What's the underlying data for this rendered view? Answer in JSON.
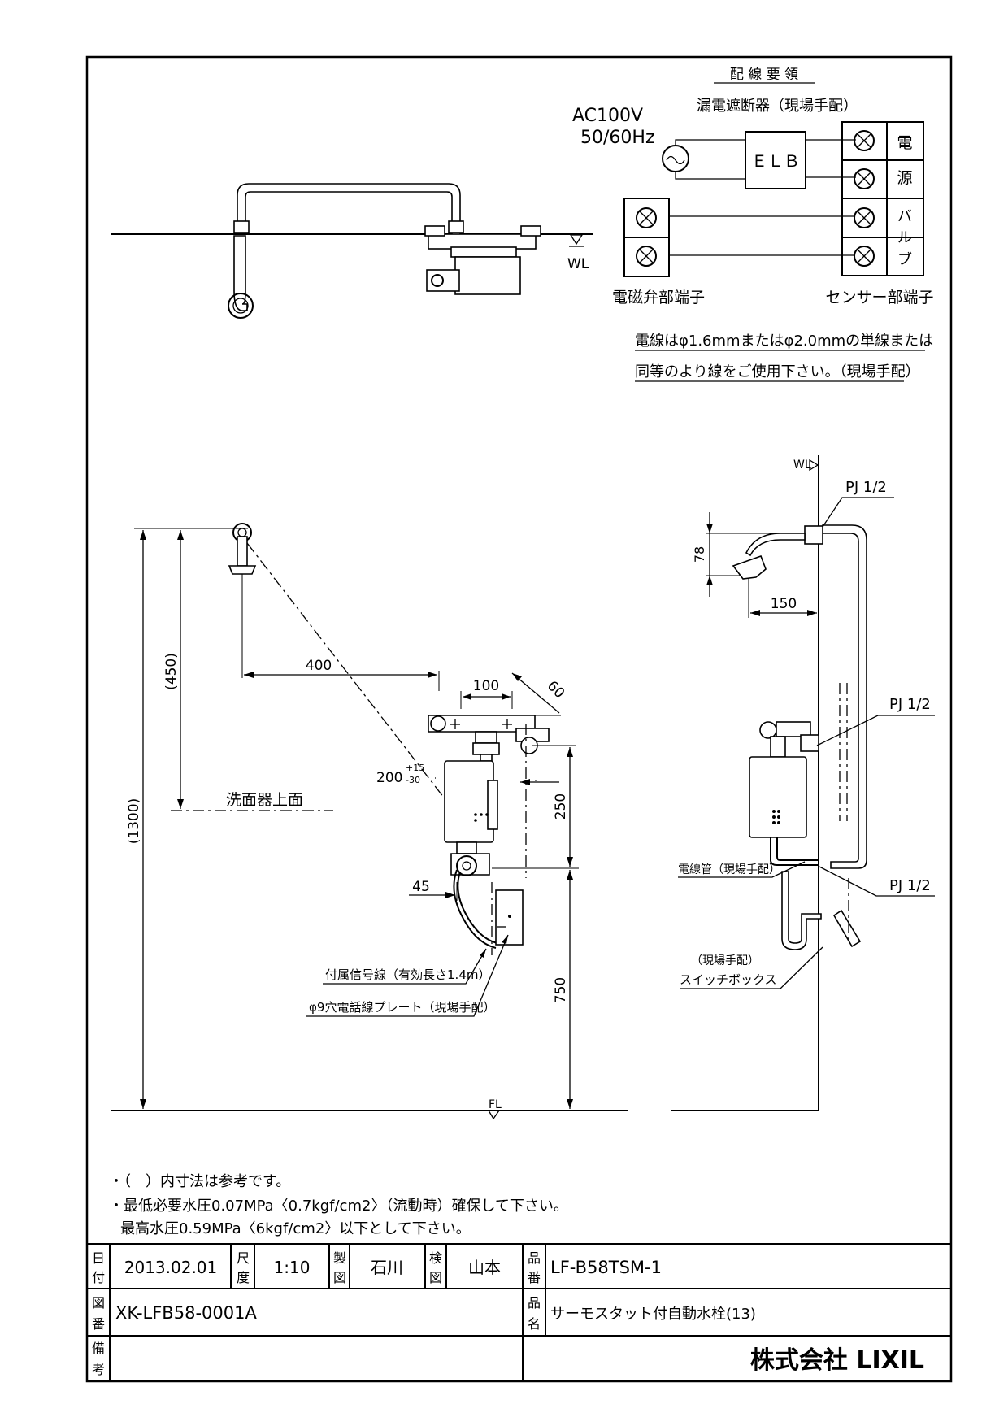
{
  "wiring": {
    "title": "配 線 要 領",
    "breaker_note": "漏電遮断器（現場手配）",
    "power_voltage": "AC100V",
    "power_freq": "50/60Hz",
    "elb_label": "ＥＬＢ",
    "power_side_label": [
      "電",
      "源"
    ],
    "valve_side_label": [
      "バ",
      "ル",
      "ブ"
    ],
    "solenoid_terminal_label": "電磁弁部端子",
    "sensor_terminal_label": "センサー部端子",
    "wire_note_line1": "電線はφ1.6mmまたはφ2.0mmの単線または",
    "wire_note_line2": "同等のより線をご使用下さい。（現場手配）"
  },
  "top_view": {
    "wl_label": "WL"
  },
  "front_view": {
    "dim_400": "400",
    "dim_100": "100",
    "dim_60": "60",
    "dim_200": "200",
    "tol_plus": "+15",
    "tol_minus": "-30",
    "dim_450": "(450)",
    "dim_1300": "(1300)",
    "dim_250": "250",
    "dim_750": "750",
    "dim_45": "45",
    "basin_label": "洗面器上面",
    "signal_wire_note": "付属信号線（有効長さ1.4m）",
    "plate_note": "φ9穴電話線プレート（現場手配）",
    "fl_label": "FL"
  },
  "side_view": {
    "wl_label": "WL",
    "pj_top": "PJ 1/2",
    "pj_mid": "PJ 1/2",
    "pj_bottom": "PJ 1/2",
    "dim_78": "78",
    "dim_150": "150",
    "conduit_note": "電線管（現場手配）",
    "switchbox_note_line1": "（現場手配）",
    "switchbox_note_line2": "スイッチボックス"
  },
  "notes": {
    "line1": "・（　）内寸法は参考です。",
    "line2": "・最低必要水圧0.07MPa〈0.7kgf/cm2〉（流動時）確保して下さい。",
    "line3": "最高水圧0.59MPa〈6kgf/cm2〉以下として下さい。"
  },
  "title_block": {
    "date_label": [
      "日",
      "付"
    ],
    "date_value": "2013.02.01",
    "scale_label": [
      "尺",
      "度"
    ],
    "scale_value": "1:10",
    "drawn_label": [
      "製",
      "図"
    ],
    "drawn_value": "石川",
    "checked_label": [
      "検",
      "図"
    ],
    "checked_value": "山本",
    "part_no_label": [
      "品",
      "番"
    ],
    "part_no_value": "LF-B58TSM-1",
    "drawing_no_label": [
      "図",
      "番"
    ],
    "drawing_no_value": "XK-LFB58-0001A",
    "product_name_label": [
      "品",
      "名"
    ],
    "product_name_value": "サーモスタット付自動水栓(13)",
    "remarks_label": [
      "備",
      "考"
    ],
    "company": "株式会社 LIXIL"
  }
}
